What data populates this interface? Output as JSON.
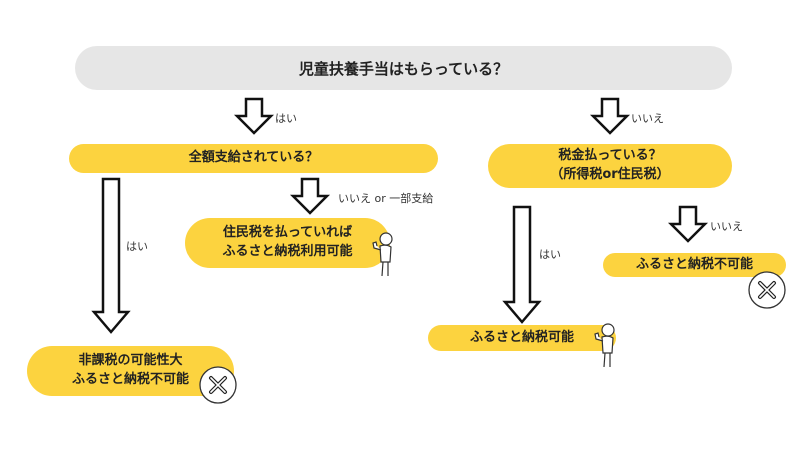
{
  "question_main": "児童扶養手当はもらっている？",
  "question_full_pay": "全額支給されている？",
  "question_tax": "税金払っている？\n（所得税or住民税）",
  "result_resident_tax": "住民税を払っていれば\nふるさと納税利用可能",
  "result_nontaxable": "非課税の可能性大\nふるさと納税不可能",
  "result_possible": "ふるさと納税可能",
  "result_impossible": "ふるさと納税不可能",
  "labels": {
    "yes_top": "はい",
    "no_top": "いいえ",
    "partial": "いいえ or 一部支給",
    "yes_full": "はい",
    "yes_tax": "はい",
    "no_tax": "いいえ"
  },
  "colors": {
    "accent": "#fcd33f",
    "question_bg": "#e6e6e6"
  },
  "icons": {
    "ok": "thumbs-up-figure-icon",
    "ng": "x-mark-icon"
  }
}
